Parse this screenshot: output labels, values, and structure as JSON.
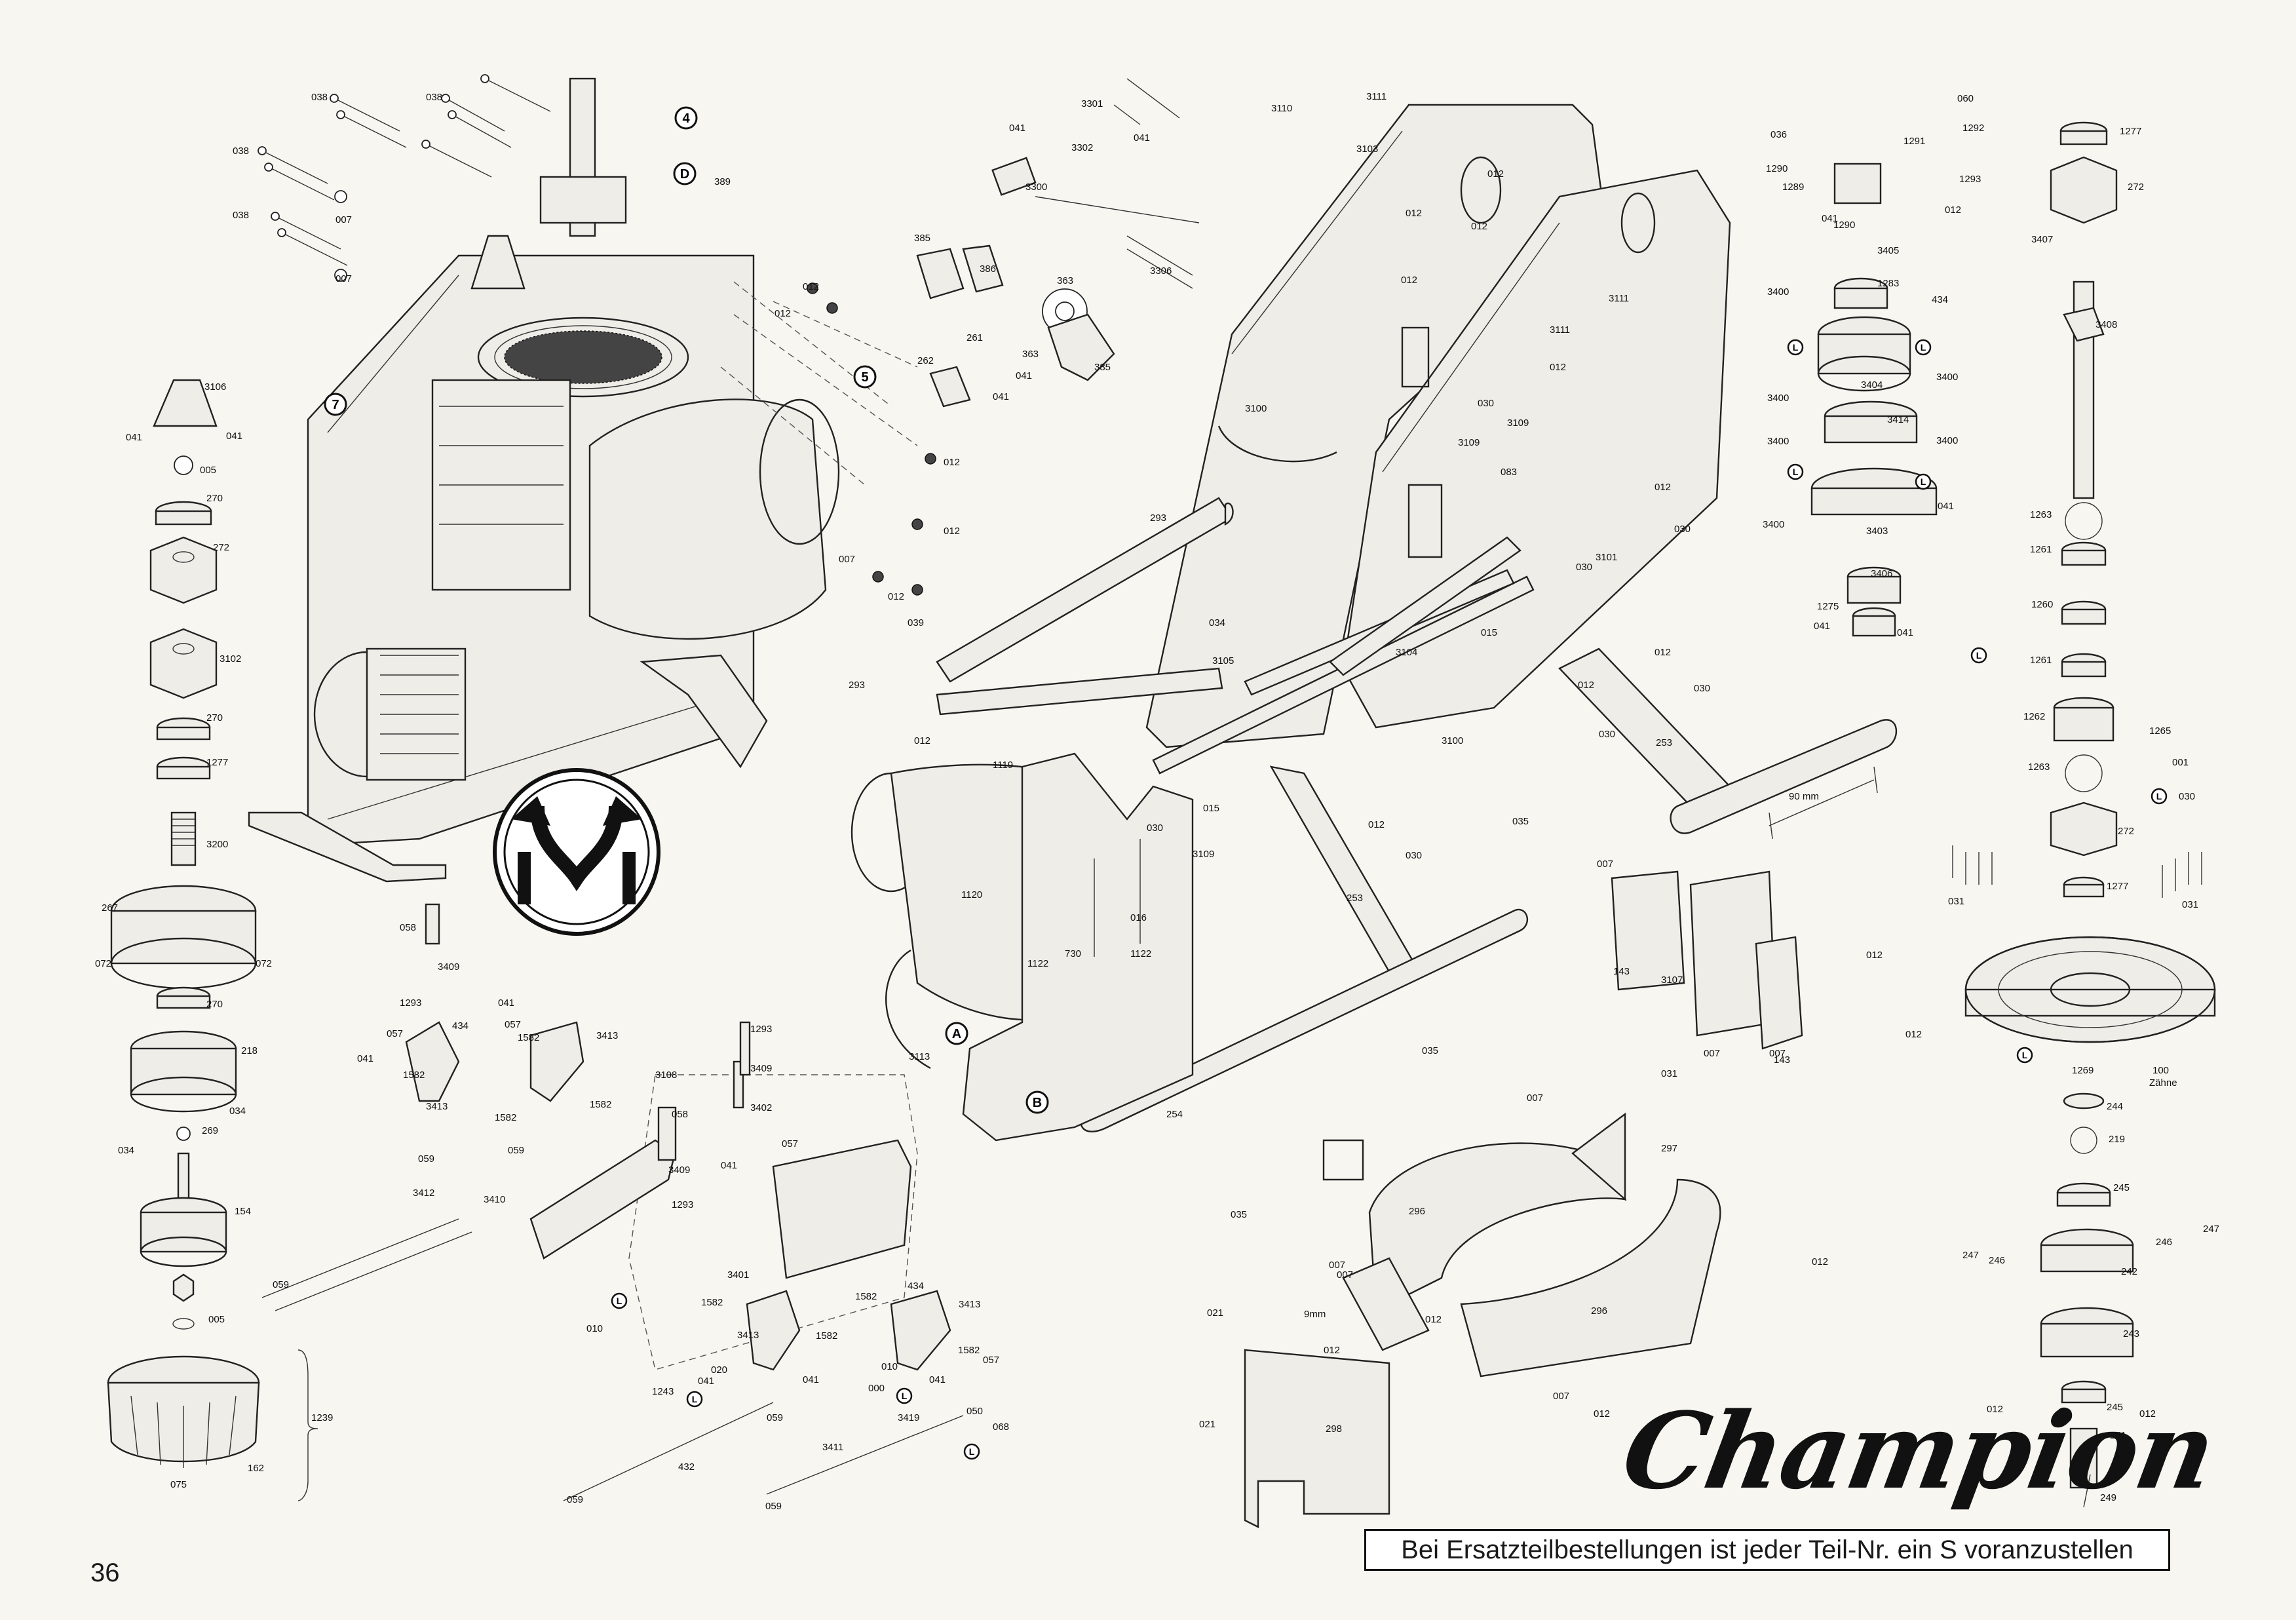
{
  "page_number": "36",
  "brand": "Champion",
  "note": "Bei Ersatzteilbestellungen ist jeder Teil-Nr. ein S voranzustellen",
  "labels": [
    {
      "id": "l1",
      "text": "038"
    },
    {
      "id": "l2",
      "text": "038"
    },
    {
      "id": "l3",
      "text": "038"
    },
    {
      "id": "l4",
      "text": "038"
    },
    {
      "id": "l5",
      "text": "007"
    },
    {
      "id": "l6",
      "text": "007"
    },
    {
      "id": "l7",
      "text": "389"
    },
    {
      "id": "l8",
      "text": "012"
    },
    {
      "id": "l9",
      "text": "012"
    },
    {
      "id": "l10",
      "text": "3106"
    },
    {
      "id": "l11",
      "text": "041"
    },
    {
      "id": "l12",
      "text": "041"
    },
    {
      "id": "l13",
      "text": "005"
    },
    {
      "id": "l14",
      "text": "270"
    },
    {
      "id": "l15",
      "text": "272"
    },
    {
      "id": "l16",
      "text": "3102"
    },
    {
      "id": "l17",
      "text": "270"
    },
    {
      "id": "l18",
      "text": "1277"
    },
    {
      "id": "l19",
      "text": "3200"
    },
    {
      "id": "l20",
      "text": "267"
    },
    {
      "id": "l21",
      "text": "072"
    },
    {
      "id": "l22",
      "text": "072"
    },
    {
      "id": "l23",
      "text": "270"
    },
    {
      "id": "l24",
      "text": "218"
    },
    {
      "id": "l25",
      "text": "269"
    },
    {
      "id": "l26",
      "text": "034"
    },
    {
      "id": "l27",
      "text": "034"
    },
    {
      "id": "l28",
      "text": "154"
    },
    {
      "id": "l29",
      "text": "005"
    },
    {
      "id": "l30",
      "text": "1239"
    },
    {
      "id": "l31",
      "text": "075"
    },
    {
      "id": "l32",
      "text": "162"
    },
    {
      "id": "l33",
      "text": "3301"
    },
    {
      "id": "l34",
      "text": "041"
    },
    {
      "id": "l35",
      "text": "041"
    },
    {
      "id": "l36",
      "text": "3302"
    },
    {
      "id": "l37",
      "text": "3300"
    },
    {
      "id": "l38",
      "text": "385"
    },
    {
      "id": "l39",
      "text": "386"
    },
    {
      "id": "l40",
      "text": "363"
    },
    {
      "id": "l41",
      "text": "3306"
    },
    {
      "id": "l42",
      "text": "261"
    },
    {
      "id": "l43",
      "text": "262"
    },
    {
      "id": "l44",
      "text": "363"
    },
    {
      "id": "l45",
      "text": "041"
    },
    {
      "id": "l46",
      "text": "041"
    },
    {
      "id": "l47",
      "text": "385"
    },
    {
      "id": "l48",
      "text": "012"
    },
    {
      "id": "l49",
      "text": "012"
    },
    {
      "id": "l50",
      "text": "007"
    },
    {
      "id": "l51",
      "text": "012"
    },
    {
      "id": "l52",
      "text": "039"
    },
    {
      "id": "l53",
      "text": "293"
    },
    {
      "id": "l54",
      "text": "012"
    },
    {
      "id": "l55",
      "text": "3110"
    },
    {
      "id": "l56",
      "text": "3111"
    },
    {
      "id": "l57",
      "text": "3103"
    },
    {
      "id": "l58",
      "text": "012"
    },
    {
      "id": "l59",
      "text": "012"
    },
    {
      "id": "l60",
      "text": "012"
    },
    {
      "id": "l61",
      "text": "012"
    },
    {
      "id": "l62",
      "text": "3111"
    },
    {
      "id": "l63",
      "text": "3111"
    },
    {
      "id": "l64",
      "text": "3100"
    },
    {
      "id": "l65",
      "text": "012"
    },
    {
      "id": "l66",
      "text": "030"
    },
    {
      "id": "l67",
      "text": "3109"
    },
    {
      "id": "l68",
      "text": "3109"
    },
    {
      "id": "l69",
      "text": "083"
    },
    {
      "id": "l70",
      "text": "293"
    },
    {
      "id": "l71",
      "text": "012"
    },
    {
      "id": "l72",
      "text": "030"
    },
    {
      "id": "l73",
      "text": "3101"
    },
    {
      "id": "l74",
      "text": "030"
    },
    {
      "id": "l75",
      "text": "034"
    },
    {
      "id": "l76",
      "text": "3105"
    },
    {
      "id": "l77",
      "text": "3104"
    },
    {
      "id": "l78",
      "text": "015"
    },
    {
      "id": "l79",
      "text": "012"
    },
    {
      "id": "l80",
      "text": "030"
    },
    {
      "id": "l81",
      "text": "012"
    },
    {
      "id": "l82",
      "text": "030"
    },
    {
      "id": "l83",
      "text": "3100"
    },
    {
      "id": "l84",
      "text": "253"
    },
    {
      "id": "l85",
      "text": "90 mm"
    },
    {
      "id": "l86",
      "text": "015"
    },
    {
      "id": "l87",
      "text": "1119"
    },
    {
      "id": "l88",
      "text": "030"
    },
    {
      "id": "l89",
      "text": "3109"
    },
    {
      "id": "l90",
      "text": "012"
    },
    {
      "id": "l91",
      "text": "030"
    },
    {
      "id": "l92",
      "text": "253"
    },
    {
      "id": "l93",
      "text": "1120"
    },
    {
      "id": "l94",
      "text": "016"
    },
    {
      "id": "l95",
      "text": "1122"
    },
    {
      "id": "l96",
      "text": "730"
    },
    {
      "id": "l97",
      "text": "1122"
    },
    {
      "id": "l98",
      "text": "3113"
    },
    {
      "id": "l99",
      "text": "254"
    },
    {
      "id": "l100",
      "text": "036"
    },
    {
      "id": "l101",
      "text": "060"
    },
    {
      "id": "l102",
      "text": "1292"
    },
    {
      "id": "l103",
      "text": "1290"
    },
    {
      "id": "l104",
      "text": "1291"
    },
    {
      "id": "l105",
      "text": "1289"
    },
    {
      "id": "l106",
      "text": "1293"
    },
    {
      "id": "l107",
      "text": "041"
    },
    {
      "id": "l108",
      "text": "1290"
    },
    {
      "id": "l109",
      "text": "012"
    },
    {
      "id": "l110",
      "text": "3405"
    },
    {
      "id": "l111",
      "text": "1283"
    },
    {
      "id": "l112",
      "text": "3400"
    },
    {
      "id": "l113",
      "text": "434"
    },
    {
      "id": "l114",
      "text": "3404"
    },
    {
      "id": "l115",
      "text": "3400"
    },
    {
      "id": "l116",
      "text": "3400"
    },
    {
      "id": "l117",
      "text": "3414"
    },
    {
      "id": "l118",
      "text": "3400"
    },
    {
      "id": "l119",
      "text": "3400"
    },
    {
      "id": "l120",
      "text": "041"
    },
    {
      "id": "l121",
      "text": "3400"
    },
    {
      "id": "l122",
      "text": "3403"
    },
    {
      "id": "l123",
      "text": "3406"
    },
    {
      "id": "l124",
      "text": "1275"
    },
    {
      "id": "l125",
      "text": "041"
    },
    {
      "id": "l126",
      "text": "041"
    },
    {
      "id": "l127",
      "text": "1277"
    },
    {
      "id": "l128",
      "text": "272"
    },
    {
      "id": "l129",
      "text": "3407"
    },
    {
      "id": "l130",
      "text": "3408"
    },
    {
      "id": "l131",
      "text": "1263"
    },
    {
      "id": "l132",
      "text": "1261"
    },
    {
      "id": "l133",
      "text": "1260"
    },
    {
      "id": "l134",
      "text": "1261"
    },
    {
      "id": "l135",
      "text": "1262"
    },
    {
      "id": "l136",
      "text": "1265"
    },
    {
      "id": "l137",
      "text": "001"
    },
    {
      "id": "l138",
      "text": "1263"
    },
    {
      "id": "l139",
      "text": "030"
    },
    {
      "id": "l140",
      "text": "272"
    },
    {
      "id": "l141",
      "text": "031"
    },
    {
      "id": "l142",
      "text": "1277"
    },
    {
      "id": "l143",
      "text": "031"
    },
    {
      "id": "l144",
      "text": "1269"
    },
    {
      "id": "l145",
      "text": "100"
    },
    {
      "id": "l146",
      "text": "Zähne"
    },
    {
      "id": "l147",
      "text": "244"
    },
    {
      "id": "l148",
      "text": "219"
    },
    {
      "id": "l149",
      "text": "245"
    },
    {
      "id": "l150",
      "text": "247"
    },
    {
      "id": "l151",
      "text": "246"
    },
    {
      "id": "l152",
      "text": "247"
    },
    {
      "id": "l153",
      "text": "246"
    },
    {
      "id": "l154",
      "text": "242"
    },
    {
      "id": "l155",
      "text": "243"
    },
    {
      "id": "l156",
      "text": "012"
    },
    {
      "id": "l157",
      "text": "245"
    },
    {
      "id": "l158",
      "text": "012"
    },
    {
      "id": "l159",
      "text": "241"
    },
    {
      "id": "l160",
      "text": "249"
    },
    {
      "id": "l161",
      "text": "035"
    },
    {
      "id": "l162",
      "text": "007"
    },
    {
      "id": "l163",
      "text": "143"
    },
    {
      "id": "l164",
      "text": "3107"
    },
    {
      "id": "l165",
      "text": "012"
    },
    {
      "id": "l166",
      "text": "007"
    },
    {
      "id": "l167",
      "text": "012"
    },
    {
      "id": "l168",
      "text": "031"
    },
    {
      "id": "l169",
      "text": "007"
    },
    {
      "id": "l170",
      "text": "143"
    },
    {
      "id": "l171",
      "text": "035"
    },
    {
      "id": "l172",
      "text": "007"
    },
    {
      "id": "l173",
      "text": "297"
    },
    {
      "id": "l174",
      "text": "035"
    },
    {
      "id": "l175",
      "text": "296"
    },
    {
      "id": "l176",
      "text": "007"
    },
    {
      "id": "l177",
      "text": "007"
    },
    {
      "id": "l178",
      "text": "012"
    },
    {
      "id": "l179",
      "text": "021"
    },
    {
      "id": "l180",
      "text": "9mm"
    },
    {
      "id": "l181",
      "text": "012"
    },
    {
      "id": "l182",
      "text": "012"
    },
    {
      "id": "l183",
      "text": "296"
    },
    {
      "id": "l184",
      "text": "007"
    },
    {
      "id": "l185",
      "text": "012"
    },
    {
      "id": "l186",
      "text": "021"
    },
    {
      "id": "l187",
      "text": "298"
    },
    {
      "id": "l188",
      "text": "058"
    },
    {
      "id": "l189",
      "text": "3409"
    },
    {
      "id": "l190",
      "text": "1293"
    },
    {
      "id": "l191",
      "text": "041"
    },
    {
      "id": "l192",
      "text": "057"
    },
    {
      "id": "l193",
      "text": "434"
    },
    {
      "id": "l194",
      "text": "057"
    },
    {
      "id": "l195",
      "text": "1582"
    },
    {
      "id": "l196",
      "text": "3413"
    },
    {
      "id": "l197",
      "text": "041"
    },
    {
      "id": "l198",
      "text": "1582"
    },
    {
      "id": "l199",
      "text": "3413"
    },
    {
      "id": "l200",
      "text": "1582"
    },
    {
      "id": "l201",
      "text": "1582"
    },
    {
      "id": "l202",
      "text": "1293"
    },
    {
      "id": "l203",
      "text": "3409"
    },
    {
      "id": "l204",
      "text": "3108"
    },
    {
      "id": "l205",
      "text": "058"
    },
    {
      "id": "l206",
      "text": "3402"
    },
    {
      "id": "l207",
      "text": "057"
    },
    {
      "id": "l208",
      "text": "059"
    },
    {
      "id": "l209",
      "text": "3412"
    },
    {
      "id": "l210",
      "text": "059"
    },
    {
      "id": "l211",
      "text": "3410"
    },
    {
      "id": "l212",
      "text": "3409"
    },
    {
      "id": "l213",
      "text": "041"
    },
    {
      "id": "l214",
      "text": "1293"
    },
    {
      "id": "l215",
      "text": "059"
    },
    {
      "id": "l216",
      "text": "3401"
    },
    {
      "id": "l217",
      "text": "1582"
    },
    {
      "id": "l218",
      "text": "1582"
    },
    {
      "id": "l219",
      "text": "434"
    },
    {
      "id": "l220",
      "text": "3413"
    },
    {
      "id": "l221",
      "text": "010"
    },
    {
      "id": "l222",
      "text": "3413"
    },
    {
      "id": "l223",
      "text": "1582"
    },
    {
      "id": "l224",
      "text": "1582"
    },
    {
      "id": "l225",
      "text": "041"
    },
    {
      "id": "l226",
      "text": "010"
    },
    {
      "id": "l227",
      "text": "057"
    },
    {
      "id": "l228",
      "text": "1243"
    },
    {
      "id": "l229",
      "text": "020"
    },
    {
      "id": "l230",
      "text": "041"
    },
    {
      "id": "l231",
      "text": "000"
    },
    {
      "id": "l232",
      "text": "041"
    },
    {
      "id": "l233",
      "text": "059"
    },
    {
      "id": "l234",
      "text": "3419"
    },
    {
      "id": "l235",
      "text": "050"
    },
    {
      "id": "l236",
      "text": "068"
    },
    {
      "id": "l237",
      "text": "432"
    },
    {
      "id": "l238",
      "text": "3411"
    },
    {
      "id": "l239",
      "text": "059"
    },
    {
      "id": "l240",
      "text": "059"
    }
  ],
  "callouts": [
    {
      "id": "c1",
      "text": "4"
    },
    {
      "id": "c2",
      "text": "D"
    },
    {
      "id": "c3",
      "text": "5"
    },
    {
      "id": "c4",
      "text": "7"
    },
    {
      "id": "c5",
      "text": "A"
    },
    {
      "id": "c6",
      "text": "B"
    }
  ],
  "l_markers": [
    {
      "id": "m1",
      "text": "L"
    },
    {
      "id": "m2",
      "text": "L"
    },
    {
      "id": "m3",
      "text": "L"
    },
    {
      "id": "m4",
      "text": "L"
    },
    {
      "id": "m5",
      "text": "L"
    },
    {
      "id": "m6",
      "text": "L"
    },
    {
      "id": "m7",
      "text": "L"
    },
    {
      "id": "m8",
      "text": "L"
    },
    {
      "id": "m9",
      "text": "L"
    },
    {
      "id": "m10",
      "text": "L"
    },
    {
      "id": "m11",
      "text": "L"
    },
    {
      "id": "m12",
      "text": "L"
    }
  ]
}
